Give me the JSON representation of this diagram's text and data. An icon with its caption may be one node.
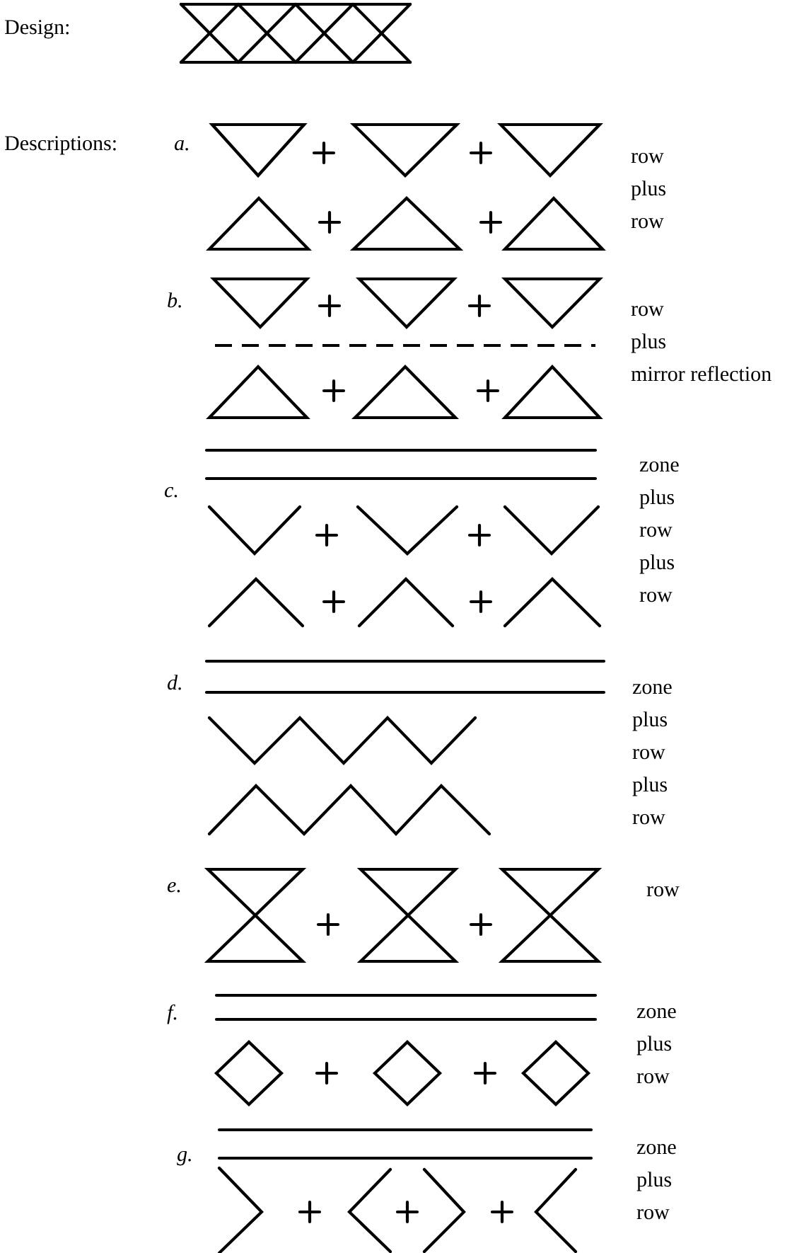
{
  "diagram": {
    "labels": [
      "Design:",
      "Descriptions:",
      "a.",
      "row",
      "plus",
      "row",
      "b.",
      "row",
      "plus",
      "mirror reflection",
      "c.",
      "zone",
      "plus",
      "row",
      "plus",
      "row",
      "d.",
      "zone",
      "plus",
      "row",
      "plus",
      "row",
      "e.",
      "row",
      "f.",
      "zone",
      "plus",
      "row",
      "g.",
      "zone",
      "plus",
      "row"
    ]
  }
}
